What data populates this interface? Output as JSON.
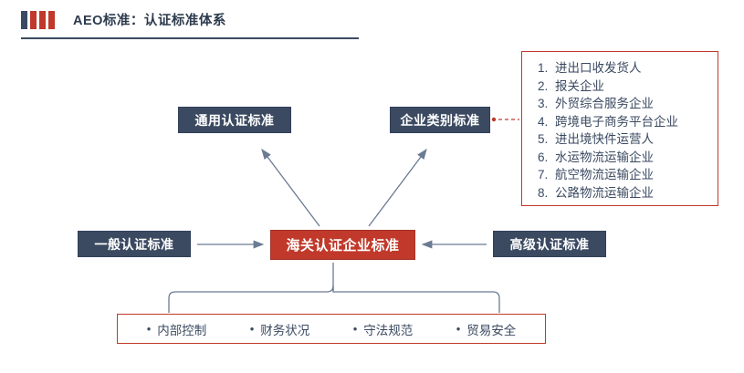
{
  "header": {
    "title": "AEO标准：认证标准体系",
    "bar_colors": [
      "#3b4a61",
      "#c0392b",
      "#c0392b",
      "#c0392b"
    ],
    "rule_color": "#3b4a61"
  },
  "diagram": {
    "center_node": "海关认证企业标准",
    "nodes": {
      "general_cert": "通用认证标准",
      "enterprise_category": "企业类别标准",
      "basic_cert": "一般认证标准",
      "advanced_cert": "高级认证标准"
    },
    "category_list": [
      "进出口收发货人",
      "报关企业",
      "外贸综合服务企业",
      "跨境电子商务平台企业",
      "进出境快件运营人",
      "水运物流运输企业",
      "航空物流运输企业",
      "公路物流运输企业"
    ],
    "bottom_items": [
      "内部控制",
      "财务状况",
      "守法规范",
      "贸易安全"
    ],
    "bullet": "•"
  },
  "colors": {
    "accent_red": "#c0392b",
    "navy": "#3b4a61",
    "arrow": "#6b7b94"
  }
}
